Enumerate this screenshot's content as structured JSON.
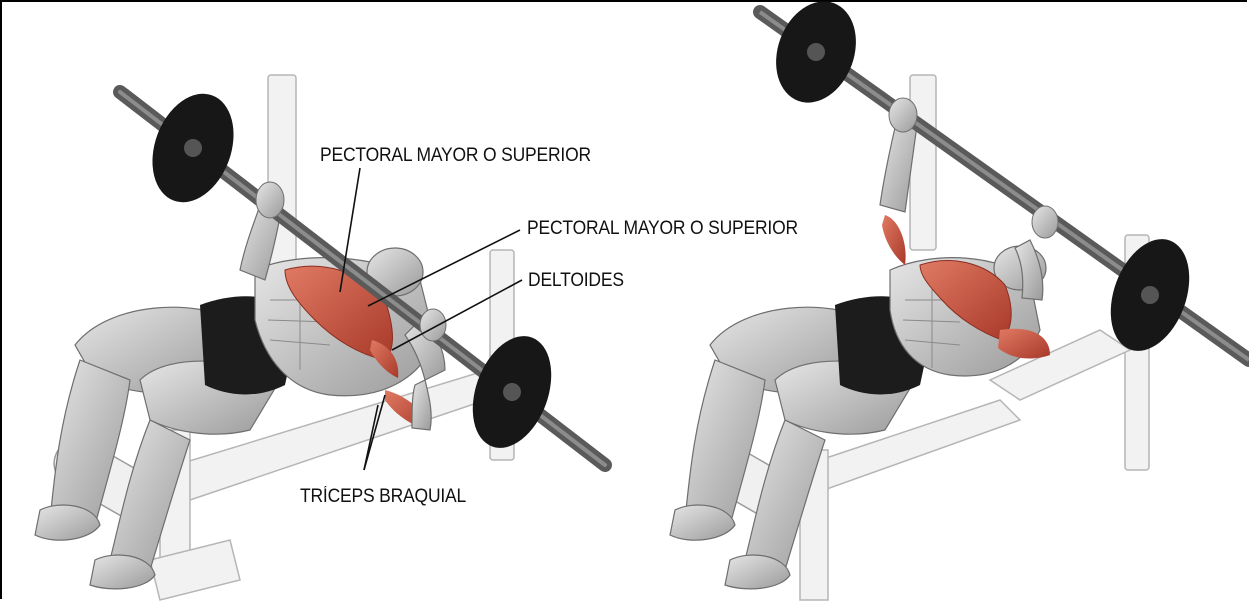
{
  "colors": {
    "muscle_highlight": "#c9533e",
    "skin": "#c9c9c9",
    "shorts": "#1c1c1c",
    "bench": "#eeeeee",
    "barbell": "#555555",
    "plate": "#161616"
  },
  "labels": {
    "pectoral_upper_1": "PECTORAL MAYOR  O SUPERIOR",
    "pectoral_upper_2": "PECTORAL MAYOR O SUPERIOR",
    "deltoides": "DELTOIDES",
    "triceps": "TRÍCEPS BRAQUIAL"
  }
}
